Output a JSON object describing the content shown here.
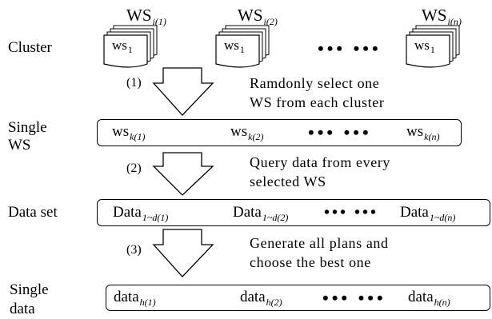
{
  "rows": {
    "cluster_label": "Cluster",
    "single_ws_label": [
      "Single",
      "WS"
    ],
    "data_set_label": "Data set",
    "single_data_label": [
      "Single",
      "data"
    ]
  },
  "clusters": [
    {
      "ws": "WS",
      "sub": "i(1)",
      "doc_text": "ws",
      "doc_sub": "1"
    },
    {
      "ws": "WS",
      "sub": "i(2)",
      "doc_text": "ws",
      "doc_sub": "1"
    },
    {
      "ws": "WS",
      "sub": "i(n)",
      "doc_text": "ws",
      "doc_sub": "1"
    }
  ],
  "ellipsis": "••• •••",
  "steps": [
    {
      "num": "(1)",
      "note": [
        "Ramdonly select one",
        "WS from each cluster"
      ]
    },
    {
      "num": "(2)",
      "note": [
        "Query data from every",
        "selected WS"
      ]
    },
    {
      "num": "(3)",
      "note": [
        "Generate all plans and",
        "choose the best one"
      ]
    }
  ],
  "single_ws": [
    {
      "base": "ws",
      "sub": "k(1)"
    },
    {
      "base": "ws",
      "sub": "k(2)"
    },
    {
      "base": "ws",
      "sub": "k(n)"
    }
  ],
  "data_set": [
    {
      "base": "Data",
      "sub": "1~d(1)"
    },
    {
      "base": "Data",
      "sub": "1~d(2)"
    },
    {
      "base": "Data",
      "sub": "1~d(n)"
    }
  ],
  "single_data": [
    {
      "base": "data",
      "sub": "h(1)"
    },
    {
      "base": "data",
      "sub": "h(2)"
    },
    {
      "base": "data",
      "sub": "h(n)"
    }
  ]
}
